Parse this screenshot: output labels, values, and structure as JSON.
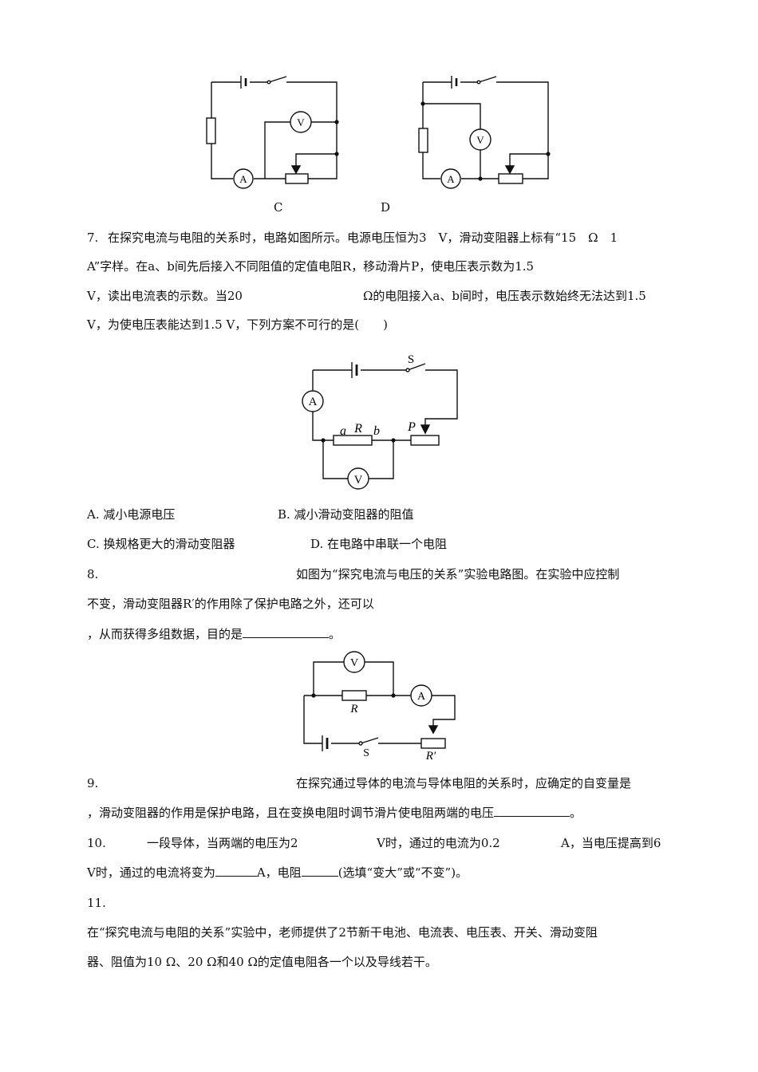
{
  "figure_labels": {
    "c": "C",
    "d": "D"
  },
  "q7": {
    "num": "7.",
    "line1": "在探究电流与电阻的关系时，电路如图所示。电源电压恒为3　V，滑动变阻器上标有“15　Ω　1",
    "line2": "A”字样。在a、b间先后接入不同阻值的定值电阻R，移动滑片P，使电压表示数为1.5",
    "line3_a": "V，读出电流表的示数。当20",
    "line3_b": "Ω的电阻接入a、b间时，电压表示数始终无法达到1.5",
    "line4": "V，为使电压表能达到1.5 V，下列方案不可行的是(　　)",
    "options": {
      "a": "A. 减小电源电压",
      "b": "B. 减小滑动变阻器的阻值",
      "c": "C. 换规格更大的滑动变阻器",
      "d": "D. 在电路中串联一个电阻"
    },
    "fig_labels": {
      "S": "S",
      "A": "A",
      "V": "V",
      "a": "a",
      "R": "R",
      "b": "b",
      "P": "P"
    }
  },
  "q8": {
    "num": "8.",
    "line1": "如图为“探究电流与电压的关系”实验电路图。在实验中应控制",
    "line2": "不变，滑动变阻器R′的作用除了保护电路之外，还可以",
    "line3": "，从而获得多组数据，目的是",
    "line3_end": "。",
    "fig_labels": {
      "V": "V",
      "A": "A",
      "R": "R",
      "S": "S",
      "Rp": "R′"
    }
  },
  "q9": {
    "num": "9.",
    "line1": "在探究通过导体的电流与导体电阻的关系时，应确定的自变量是",
    "line2": "，滑动变阻器的作用是保护电路，且在变换电阻时调节滑片使电阻两端的电压",
    "line2_end": "。"
  },
  "q10": {
    "num": "10.",
    "part1": "一段导体，当两端的电压为2",
    "part2": "V时，通过的电流为0.2",
    "part3": "A，当电压提高到6",
    "line2_a": "V时，通过的电流将变为",
    "line2_b": "A，电阻",
    "line2_c": "(选填“变大”或“不变”)。"
  },
  "q11": {
    "num": "11.",
    "line1": "在“探究电流与电阻的关系”实验中，老师提供了2节新干电池、电流表、电压表、开关、滑动变阻",
    "line2": "器、阻值为10 Ω、20 Ω和40 Ω的定值电阻各一个以及导线若干。"
  }
}
